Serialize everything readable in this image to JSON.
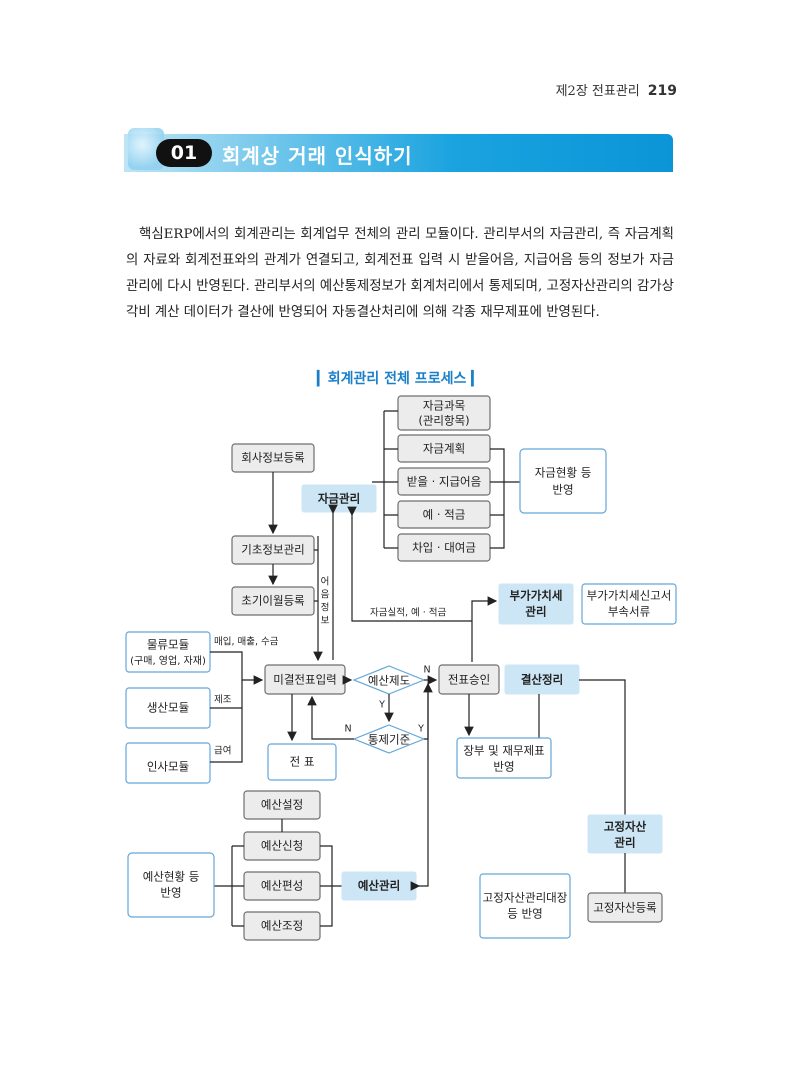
{
  "header": {
    "chapter": "제2장 전표관리",
    "page": "219"
  },
  "section": {
    "number": "01",
    "title": "회계상 거래 인식하기"
  },
  "paragraph": "핵심ERP에서의 회계관리는 회계업무 전체의 관리 모듈이다. 관리부서의 자금관리, 즉 자금계획의 자료와 회계전표와의 관계가 연결되고, 회계전표 입력 시 받을어음, 지급어음 등의 정보가 자금관리에 다시 반영된다. 관리부서의 예산통제정보가 회계처리에서 통제되며, 고정자산관리의 감가상각비 계산 데이터가 결산에 반영되어 자동결산처리에 의해 각종 재무제표에 반영된다.",
  "figure": {
    "caption": "회계관리 전체 프로세스",
    "nodes": {
      "fund_subject_1": "자금과목",
      "fund_subject_2": "(관리항목)",
      "fund_plan": "자금계획",
      "bills": "받을 · 지급어음",
      "deposit": "예 · 적금",
      "loan": "차입 · 대여금",
      "fund_status_1": "자금현황 등",
      "fund_status_2": "반영",
      "company_reg": "회사정보등록",
      "fund_mgmt": "자금관리",
      "basic_info": "기초정보관리",
      "carryover": "초기이월등록",
      "bill_info_vertical": [
        "어",
        "음",
        "정",
        "보"
      ],
      "fund_result_label": "자금실적, 예 · 적금",
      "vat_mgmt_1": "부가가치세",
      "vat_mgmt_2": "관리",
      "vat_docs_1": "부가가치세신고서",
      "vat_docs_2": "부속서류",
      "logistics_1": "물류모듈",
      "logistics_2": "(구매, 영업, 자재)",
      "logistics_edge": "매입, 매출, 수금",
      "production": "생산모듈",
      "production_edge": "제조",
      "hr": "인사모듈",
      "hr_edge": "급여",
      "unposted_entry": "미결전표입력",
      "budget_control_q": "예산제도",
      "control_basis": "통제기준",
      "y1": "Y",
      "n1": "N",
      "n2": "N",
      "y2": "Y",
      "voucher_approval": "전표승인",
      "closing": "결산정리",
      "voucher": "전 표",
      "ledger_1": "장부 및 재무제표",
      "ledger_2": "반영",
      "fixed_asset_mgmt_1": "고정자산",
      "fixed_asset_mgmt_2": "관리",
      "budget_set": "예산설정",
      "budget_request": "예산신청",
      "budget_compile": "예산편성",
      "budget_adjust": "예산조정",
      "budget_status_1": "예산현황 등",
      "budget_status_2": "반영",
      "budget_mgmt": "예산관리",
      "fixed_asset_ledger_1": "고정자산관리대장",
      "fixed_asset_ledger_2": "등 반영",
      "fixed_asset_reg": "고정자산등록"
    }
  }
}
